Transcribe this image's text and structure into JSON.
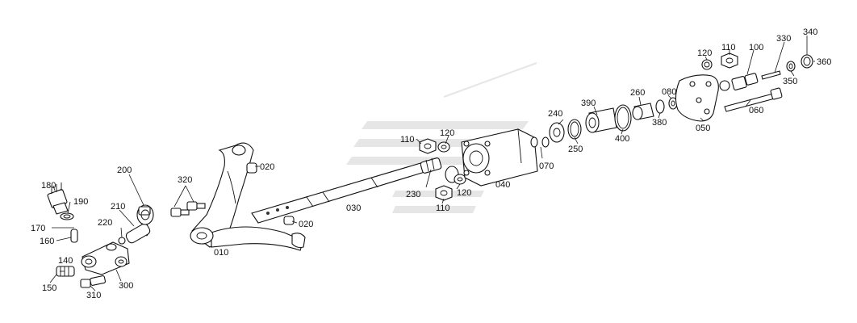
{
  "labels": {
    "p010": "010",
    "p020a": "020",
    "p020b": "020",
    "p030": "030",
    "p040": "040",
    "p050": "050",
    "p060": "060",
    "p070": "070",
    "p080": "080",
    "p100": "100",
    "p110a": "110",
    "p110b": "110",
    "p110c": "110",
    "p120a": "120",
    "p120b": "120",
    "p120c": "120",
    "p140": "140",
    "p150": "150",
    "p160": "160",
    "p170": "170",
    "p180": "180",
    "p190": "190",
    "p200": "200",
    "p210": "210",
    "p220": "220",
    "p230": "230",
    "p240": "240",
    "p250": "250",
    "p260": "260",
    "p300": "300",
    "p310": "310",
    "p320": "320",
    "p330": "330",
    "p340": "340",
    "p350": "350",
    "p360": "360",
    "p380": "380",
    "p390": "390",
    "p400": "400"
  }
}
